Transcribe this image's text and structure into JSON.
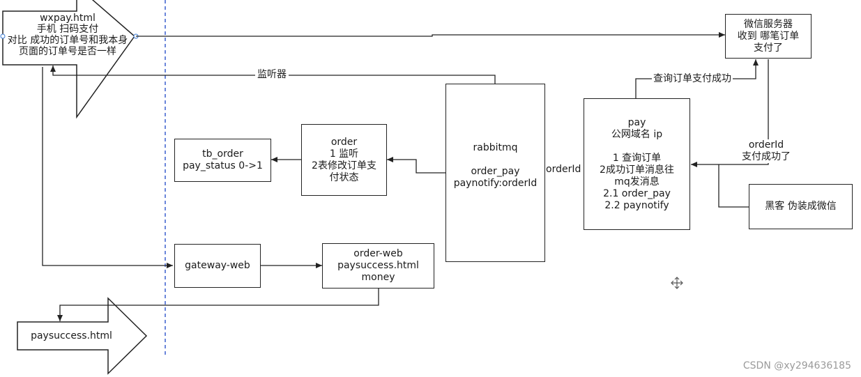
{
  "diagram": {
    "wxpay_arrow": "wxpay.html\n手机 扫码支付\n对比 成功的订单号和我本身\n页面的订单号是否一样",
    "paysuccess_arrow": "paysuccess.html",
    "wechat_server": "微信服务器\n收到 哪笔订单\n支付了",
    "rabbitmq": "rabbitmq\n\norder_pay\npaynotify:orderId",
    "order": "order\n1 监听\n2表修改订单支\n付状态",
    "tb_order": "tb_order\npay_status 0->1",
    "pay": "pay\n公网域名 ip\n\n1 查询订单\n2成功订单消息往\nmq发消息\n2.1 order_pay\n2.2 paynotify",
    "hacker": "黑客 伪装成微信",
    "gateway_web": "gateway-web",
    "order_web": "order-web\npaysuccess.html\nmoney",
    "label_listener": "监听器",
    "label_query_success": "查询订单支付成功",
    "label_orderid_mid": "orderId",
    "label_orderid_paid": "orderId\n支付成功了"
  },
  "watermark": "CSDN @xy294636185",
  "colors": {
    "line": "#222222",
    "divider": "#3a5fcd"
  }
}
